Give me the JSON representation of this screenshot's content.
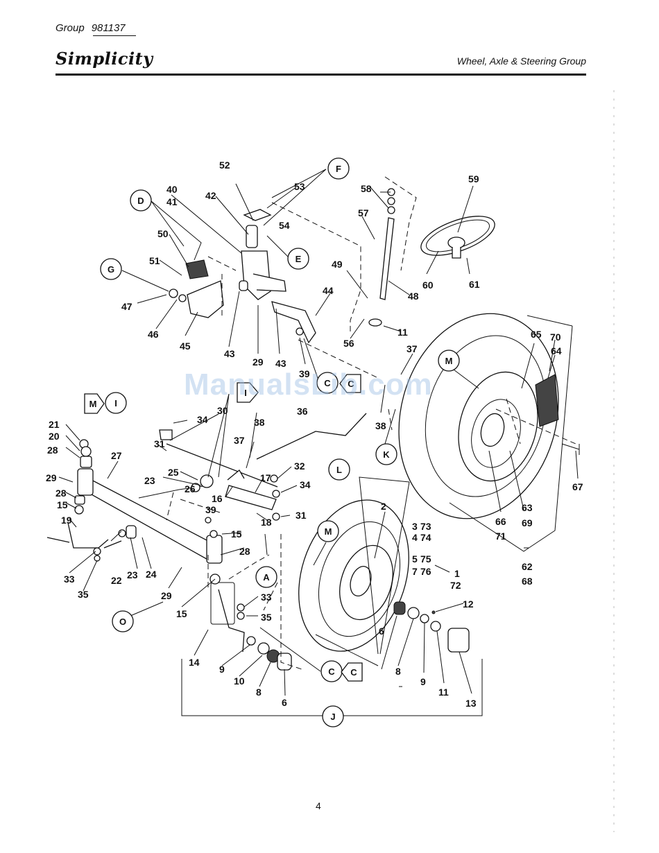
{
  "header": {
    "group_label": "Group",
    "group_number": "981137",
    "brand": "Simplicity",
    "section_title": "Wheel, Axle & Steering Group"
  },
  "page_number": "4",
  "watermark": "ManualsLib.com",
  "callouts": [
    "F",
    "D",
    "E",
    "G",
    "C",
    "M",
    "I",
    "L",
    "K",
    "A",
    "O",
    "J"
  ],
  "part_numbers": [
    "1",
    "2",
    "3",
    "4",
    "5",
    "6",
    "7",
    "8",
    "9",
    "10",
    "11",
    "12",
    "13",
    "14",
    "15",
    "16",
    "17",
    "18",
    "19",
    "20",
    "21",
    "22",
    "23",
    "24",
    "25",
    "26",
    "27",
    "28",
    "29",
    "30",
    "31",
    "32",
    "33",
    "34",
    "35",
    "36",
    "37",
    "38",
    "39",
    "40",
    "41",
    "42",
    "43",
    "44",
    "45",
    "46",
    "47",
    "48",
    "49",
    "50",
    "51",
    "52",
    "53",
    "54",
    "56",
    "57",
    "58",
    "59",
    "60",
    "61",
    "62",
    "63",
    "64",
    "65",
    "66",
    "67",
    "68",
    "69",
    "70",
    "71",
    "72",
    "73",
    "74",
    "75",
    "76"
  ]
}
